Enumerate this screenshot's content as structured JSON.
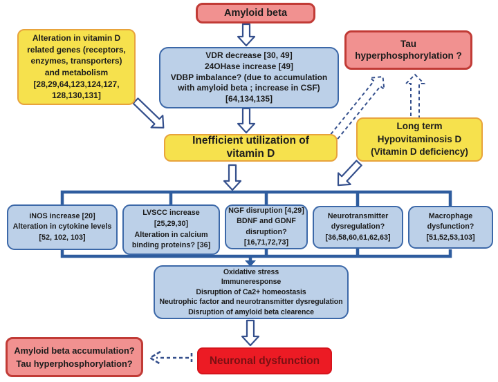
{
  "colors": {
    "background": "#ffffff",
    "blue_fill": "#BCD0E8",
    "blue_border": "#3C68A8",
    "yellow_fill": "#F6E14D",
    "yellow_border": "#E8A33C",
    "pink_fill": "#F19190",
    "pink_border": "#C13B36",
    "red_fill": "#EC1B24",
    "red_text": "#7A1013",
    "connector_blue": "#2E5C9E",
    "arrow_outline": "#344F8C"
  },
  "nodes": {
    "amyloid_beta": {
      "label": "Amyloid beta"
    },
    "vitamin_d_genes": {
      "lines": [
        "Alteration in vitamin D",
        "related genes (receptors,",
        "enzymes, transporters)",
        "and metabolism",
        "[28,29,64,123,124,127,",
        "128,130,131]"
      ]
    },
    "vdr": {
      "lines": [
        "VDR decrease [30, 49]",
        "24OHase increase [49]",
        "VDBP imbalance? (due to accumulation",
        "with amyloid beta ; increase in CSF)",
        "[64,134,135]"
      ]
    },
    "tau": {
      "lines": [
        "Tau",
        "hyperphosphorylation ?"
      ]
    },
    "inefficient": {
      "lines": [
        "Inefficient utilization of",
        "vitamin D"
      ]
    },
    "hypovitaminosis": {
      "lines": [
        "Long term",
        "Hypovitaminosis D",
        "(Vitamin D deficiency)"
      ]
    },
    "inos": {
      "lines": [
        "iNOS increase [20]",
        "Alteration in cytokine levels",
        "[52, 102, 103]"
      ]
    },
    "lvscc": {
      "lines": [
        "LVSCC increase",
        "[25,29,30]",
        "Alteration in calcium",
        "binding proteins? [36]"
      ]
    },
    "ngf": {
      "lines": [
        "NGF disruption [4,29]",
        "BDNF and GDNF",
        "disruption?",
        "[16,71,72,73]"
      ]
    },
    "neurotransmitter": {
      "lines": [
        "Neurotransmitter",
        "dysregulation?",
        "[36,58,60,61,62,63]"
      ]
    },
    "macrophage": {
      "lines": [
        "Macrophage",
        "dysfunction?",
        "[51,52,53,103]"
      ]
    },
    "downstream_effects": {
      "lines": [
        "Oxidative stress",
        "Immuneresponse",
        "Disruption of Ca2+ homeostasis",
        "Neutrophic factor and neurotransmitter dysregulation",
        "Disruption of amyloid beta clearence"
      ]
    },
    "accumulation": {
      "lines": [
        "Amyloid beta accumulation?",
        "Tau hyperphosphorylation?"
      ]
    },
    "neuronal": {
      "label": "Neuronal dysfunction"
    }
  }
}
